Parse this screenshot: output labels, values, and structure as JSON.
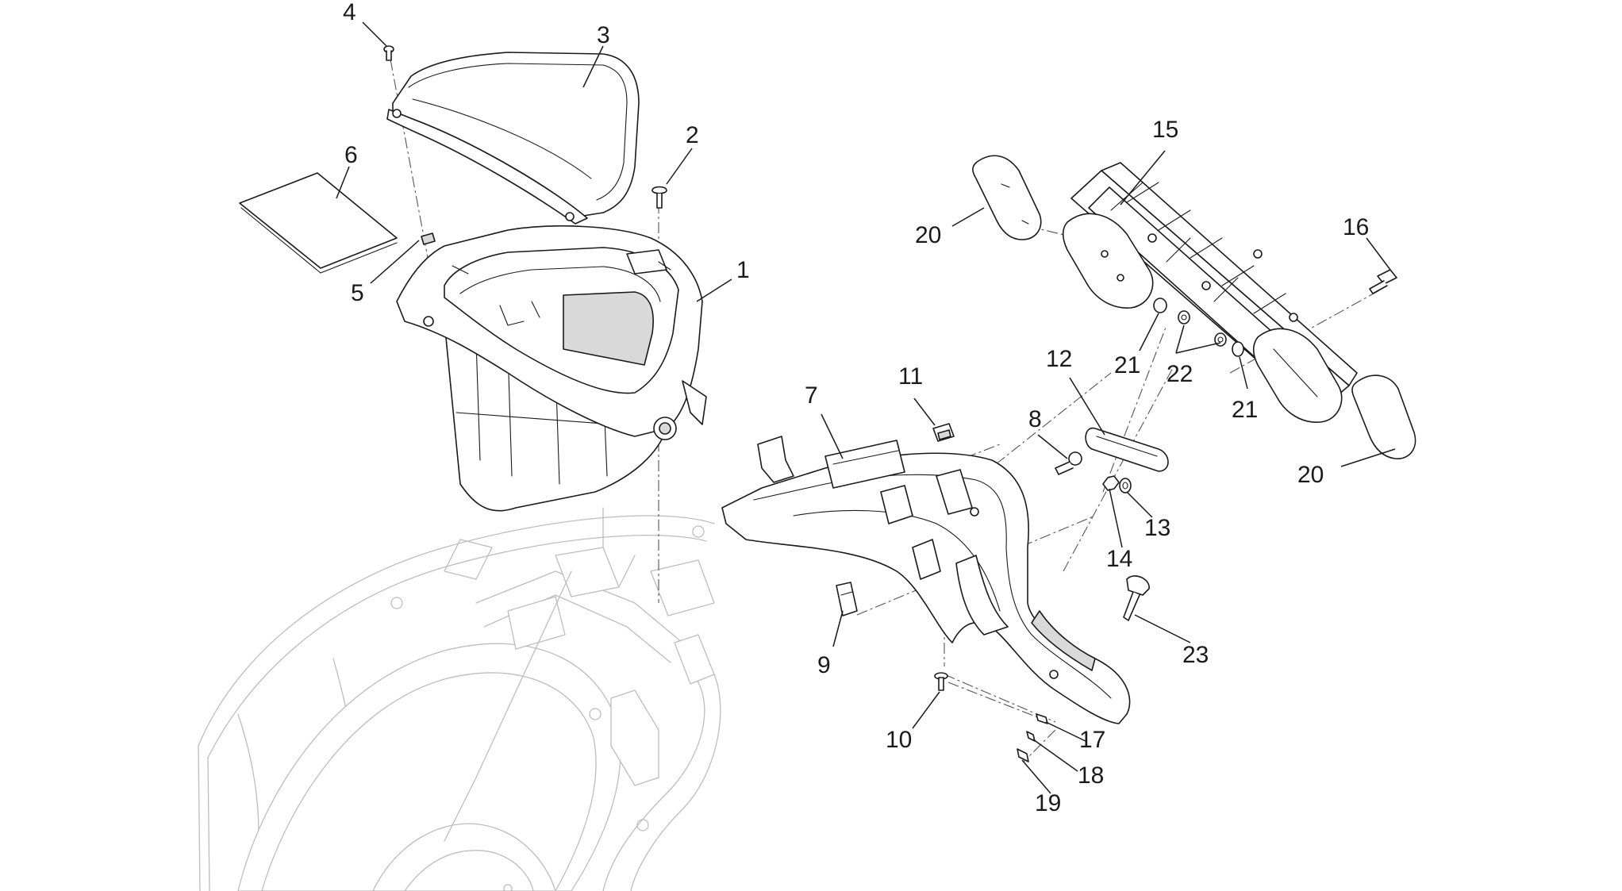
{
  "callouts": [
    {
      "id": "c4",
      "text": "4"
    },
    {
      "id": "c3",
      "text": "3"
    },
    {
      "id": "c2",
      "text": "2"
    },
    {
      "id": "c6",
      "text": "6"
    },
    {
      "id": "c5",
      "text": "5"
    },
    {
      "id": "c1",
      "text": "1"
    },
    {
      "id": "c15",
      "text": "15"
    },
    {
      "id": "c20a",
      "text": "20"
    },
    {
      "id": "c16",
      "text": "16"
    },
    {
      "id": "c11",
      "text": "11"
    },
    {
      "id": "c12",
      "text": "12"
    },
    {
      "id": "c21a",
      "text": "21"
    },
    {
      "id": "c22",
      "text": "22"
    },
    {
      "id": "c21b",
      "text": "21"
    },
    {
      "id": "c7",
      "text": "7"
    },
    {
      "id": "c8",
      "text": "8"
    },
    {
      "id": "c20b",
      "text": "20"
    },
    {
      "id": "c13",
      "text": "13"
    },
    {
      "id": "c14",
      "text": "14"
    },
    {
      "id": "c23",
      "text": "23"
    },
    {
      "id": "c9",
      "text": "9"
    },
    {
      "id": "c10",
      "text": "10"
    },
    {
      "id": "c17",
      "text": "17"
    },
    {
      "id": "c18",
      "text": "18"
    },
    {
      "id": "c19",
      "text": "19"
    }
  ]
}
